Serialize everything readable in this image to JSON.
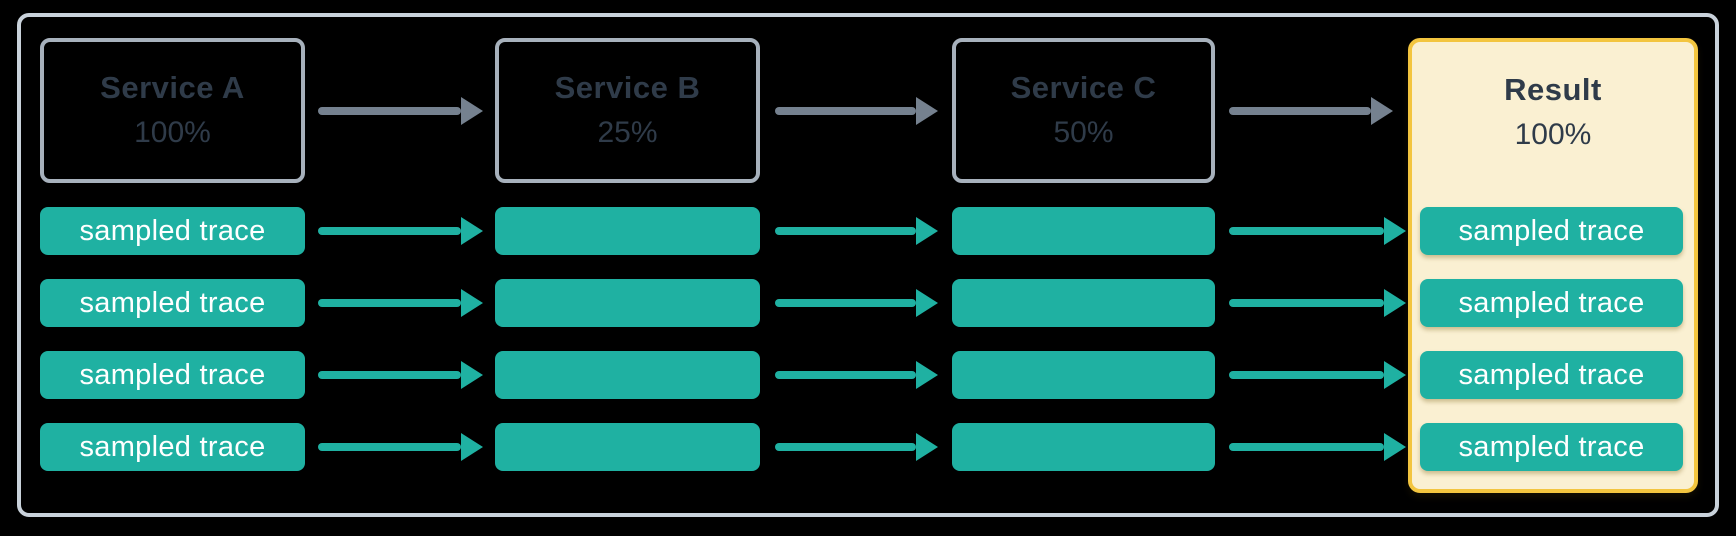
{
  "colors": {
    "background": "#000000",
    "outer-border": "#c9d2db",
    "service-border": "#a7b1bc",
    "service-text": "#2f3b49",
    "arrow-gray": "#75818f",
    "teal": "#1fb1a2",
    "trace-text": "#ffffff",
    "result-bg": "#faf0d2",
    "result-border": "#f3c53f"
  },
  "diagram": {
    "columns": [
      {
        "id": "service-a",
        "title": "Service A",
        "percent": "100%",
        "trace_labels": [
          "sampled trace",
          "sampled trace",
          "sampled trace",
          "sampled trace"
        ]
      },
      {
        "id": "service-b",
        "title": "Service B",
        "percent": "25%",
        "trace_labels": [
          "",
          "",
          "",
          ""
        ]
      },
      {
        "id": "service-c",
        "title": "Service C",
        "percent": "50%",
        "trace_labels": [
          "",
          "",
          "",
          ""
        ]
      },
      {
        "id": "result",
        "title": "Result",
        "percent": "100%",
        "trace_labels": [
          "sampled trace",
          "sampled trace",
          "sampled trace",
          "sampled trace"
        ]
      }
    ],
    "rows": 4,
    "arrow_stages": 3
  }
}
